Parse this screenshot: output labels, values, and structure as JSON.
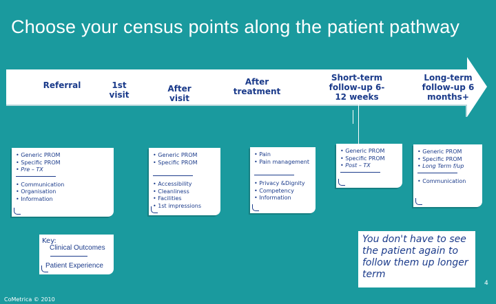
{
  "title": "Choose your census points along the patient pathway",
  "pathway": {
    "stages": [
      "Referral",
      "1st visit",
      "After visit",
      "After treatment",
      "Short-term follow-up 6-12 weeks",
      "Long-term follow-up 6 months+"
    ]
  },
  "boxes": [
    {
      "top": [
        "• Generic PROM",
        "• Specific PROM",
        "• Pre – TX"
      ],
      "bottom": [
        "• Communication",
        "• Organisation",
        "• Information"
      ]
    },
    {
      "top": [
        "• Generic PROM",
        "• Specific PROM"
      ],
      "bottom": [
        "• Accessibility",
        "• Cleanliness",
        "• Facilities",
        "• 1st impressions"
      ]
    },
    {
      "top": [
        "• Pain",
        "• Pain management"
      ],
      "bottom": [
        "• Privacy &Dignity",
        "• Competency",
        "• Information"
      ]
    },
    {
      "top": [
        "• Generic PROM",
        "• Specific PROM",
        "• Post – TX"
      ],
      "bottom": []
    },
    {
      "top": [
        "• Generic PROM",
        "• Specific PROM",
        "• Long Term f/up"
      ],
      "bottom": [
        "• Communication"
      ]
    }
  ],
  "key": {
    "label": "Key:",
    "outcomes": "Clinical Outcomes",
    "experience": "Patient Experience"
  },
  "note": "You don't have to see the patient again to follow them up longer term",
  "page_number": "4",
  "copyright": "CoMetrica © 2010",
  "colors": {
    "background": "#1a9a9e",
    "text": "#1a3a8a",
    "box": "#ffffff"
  }
}
